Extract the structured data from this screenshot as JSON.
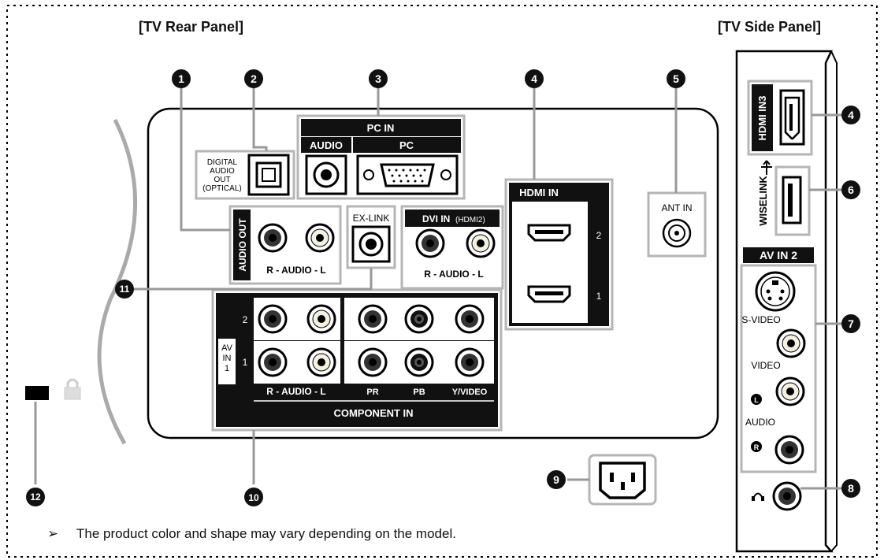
{
  "headings": {
    "rear": "[TV Rear Panel]",
    "side": "[TV Side Panel]"
  },
  "callouts": [
    "1",
    "2",
    "3",
    "4",
    "5",
    "6",
    "7",
    "8",
    "9",
    "10",
    "11",
    "12"
  ],
  "rear_panel": {
    "digital_audio_out": [
      "DIGITAL",
      "AUDIO",
      "OUT",
      "(OPTICAL)"
    ],
    "pc_in": "PC IN",
    "pc_in_audio": "AUDIO",
    "pc_in_pc": "PC",
    "audio_out": "AUDIO OUT",
    "audio_rl": "R - AUDIO - L",
    "ex_link": "EX-LINK",
    "dvi_in": "DVI IN",
    "dvi_in_sub": "(HDMI2)",
    "hdmi_in": "HDMI IN",
    "hdmi_port_2": "2",
    "hdmi_port_1": "1",
    "ant_in": "ANT IN",
    "av_in_1": [
      "AV",
      "IN",
      "1"
    ],
    "av_row_2": "2",
    "av_row_1": "1",
    "pr": "PR",
    "pb": "PB",
    "y_video": "Y/VIDEO",
    "component_in": "COMPONENT IN"
  },
  "side_panel": {
    "hdmi_in3": "HDMI IN3",
    "wiselink": "WISELINK",
    "av_in_2": "AV IN 2",
    "s_video": "S-VIDEO",
    "video": "VIDEO",
    "audio": "AUDIO"
  },
  "footer_note": "The product color and shape may vary depending on the model.",
  "colors": {
    "panel_black": "#111111",
    "outline_gray": "#b5b5b5",
    "jack_red": "#7a1f1f",
    "jack_white": "#f4f1e0",
    "jack_green": "#3c3c3c"
  }
}
